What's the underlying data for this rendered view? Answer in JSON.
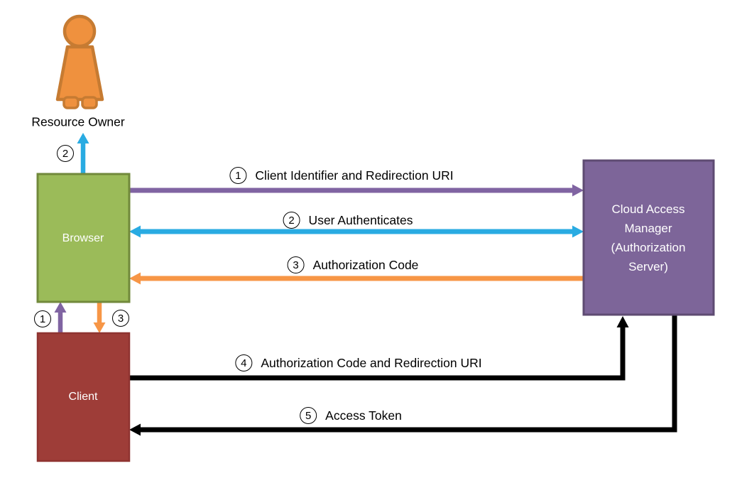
{
  "diagram": {
    "background": "#FFFFFF",
    "resource_owner": {
      "label": "Resource Owner",
      "icon": {
        "fill": "#EF913E",
        "stroke": "#C67B32"
      }
    },
    "boxes": {
      "browser": {
        "label": "Browser",
        "fill": "#9BBB59",
        "border": "#71893B",
        "text_color": "#FFFFFF"
      },
      "client": {
        "label": "Client",
        "fill": "#9E3D38",
        "border": "#8F3431",
        "text_color": "#FFFFFF"
      },
      "auth_server": {
        "label": "Cloud Access Manager (Authorization Server)",
        "fill": "#7D6599",
        "border": "#5E4B72",
        "text_color": "#FFFFFF"
      }
    },
    "flows": [
      {
        "step": "1",
        "label": "Client Identifier and Redirection URI",
        "color": "#8064A2"
      },
      {
        "step": "2",
        "label": "User Authenticates",
        "color": "#29ABE2"
      },
      {
        "step": "3",
        "label": "Authorization Code",
        "color": "#F79646"
      },
      {
        "step": "4",
        "label": "Authorization Code and Redirection URI",
        "color": "#000000"
      },
      {
        "step": "5",
        "label": "Access Token",
        "color": "#000000"
      }
    ],
    "connectors": [
      {
        "step": "2",
        "color": "#29ABE2"
      },
      {
        "step": "1",
        "color": "#8064A2"
      },
      {
        "step": "3",
        "color": "#F79646"
      }
    ]
  }
}
